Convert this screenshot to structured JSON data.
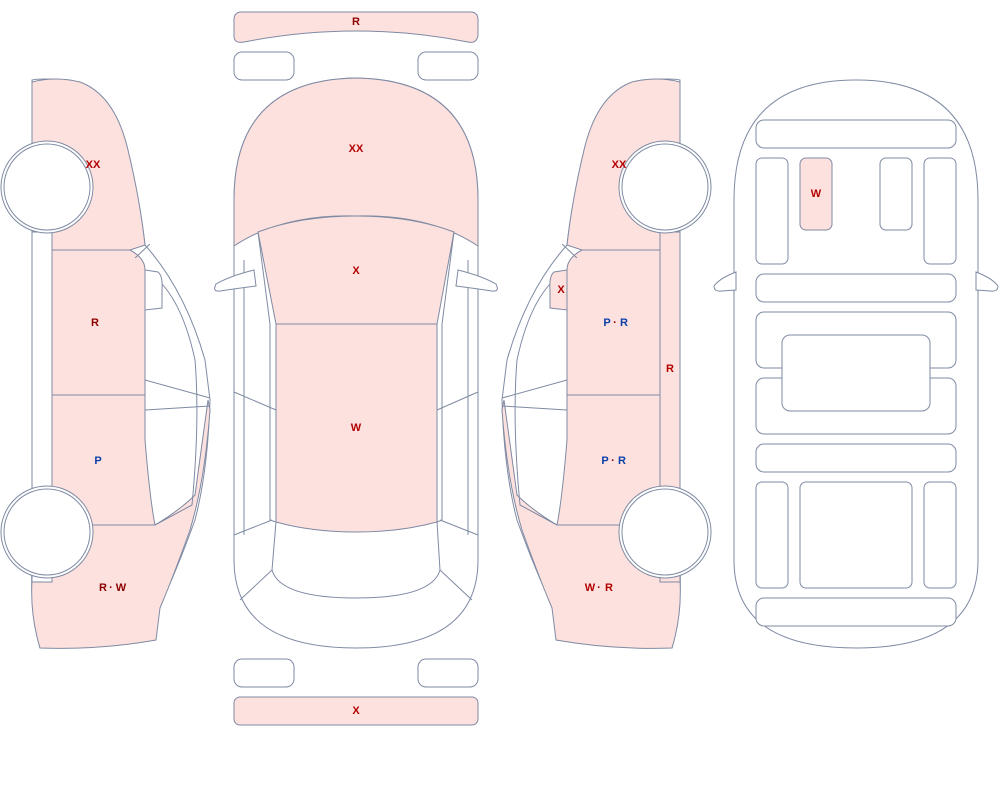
{
  "colors": {
    "outline": "#7f8aa3",
    "damaged_fill": "#fde1de",
    "plain_fill": "#ffffff",
    "code_red": "#b30000",
    "code_dark_red": "#8b0000",
    "code_blue": "#0b3fa8",
    "separator": "#8b0000"
  },
  "views": {
    "left_side": {
      "front_fender": {
        "codes": [
          "XX"
        ]
      },
      "front_door": {
        "codes": [
          "R"
        ]
      },
      "rear_door": {
        "codes": [
          "P"
        ]
      },
      "rear_quarter": {
        "codes": [
          "R",
          "W"
        ]
      }
    },
    "top": {
      "front_bumper": {
        "codes": [
          "R"
        ]
      },
      "hood": {
        "codes": [
          "XX"
        ]
      },
      "windshield": {
        "codes": [
          "X"
        ]
      },
      "roof": {
        "codes": [
          "W"
        ]
      },
      "rear_bumper": {
        "codes": [
          "X"
        ]
      }
    },
    "right_side": {
      "front_fender": {
        "codes": [
          "XX"
        ]
      },
      "mirror": {
        "codes": [
          "X"
        ]
      },
      "front_door": {
        "codes": [
          "P",
          "R"
        ]
      },
      "rear_door": {
        "codes": [
          "P",
          "R"
        ]
      },
      "rocker": {
        "codes": [
          "R"
        ]
      },
      "rear_quarter": {
        "codes": [
          "W",
          "R"
        ]
      }
    },
    "interior": {
      "seat": {
        "codes": [
          "W"
        ]
      }
    }
  }
}
